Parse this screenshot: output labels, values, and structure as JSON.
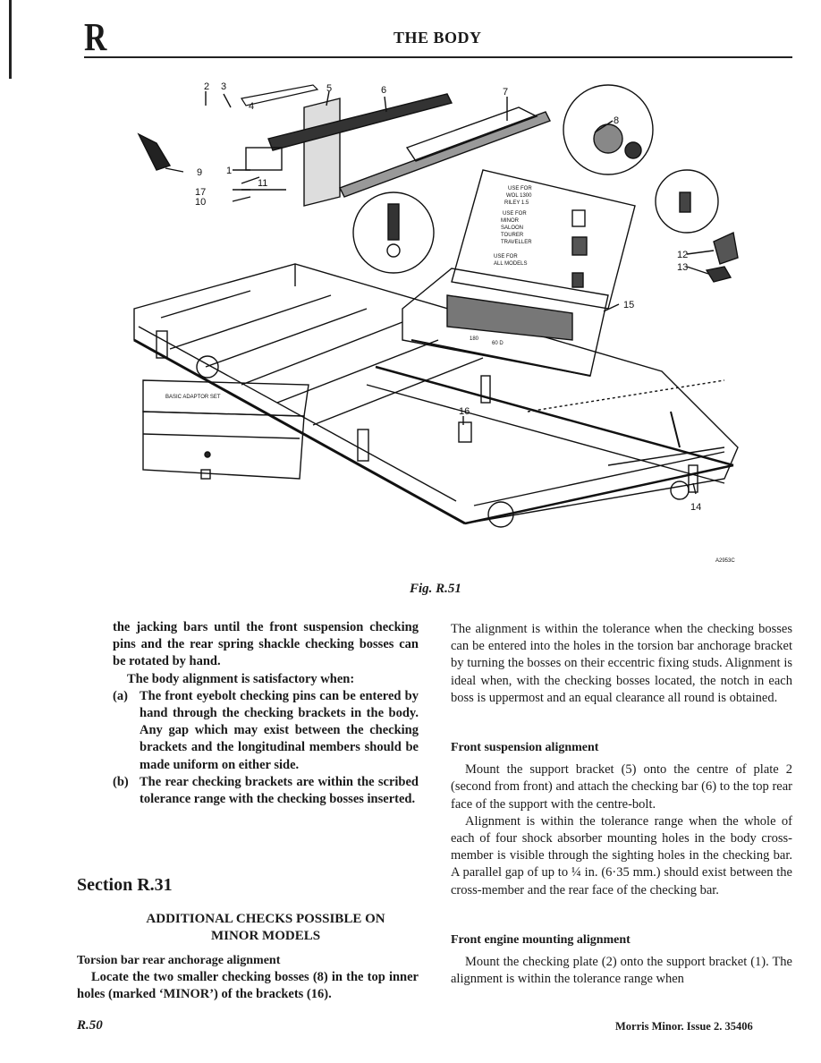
{
  "header": {
    "section_letter": "R",
    "title": "THE BODY"
  },
  "figure": {
    "caption": "Fig. R.51",
    "callouts": [
      "2",
      "3",
      "4",
      "5",
      "6",
      "7",
      "8",
      "9",
      "1",
      "17",
      "10",
      "11",
      "12",
      "13",
      "15",
      "16",
      "14"
    ],
    "case_lid_text": [
      "USE FOR",
      "WOL 1300",
      "RILEY 1.5",
      "USE FOR",
      "MINOR",
      "SALOON",
      "TOURER",
      "TRAVELLER",
      "USE FOR",
      "ALL MODELS"
    ],
    "box_label": "BASIC ADAPTOR SET",
    "bar_marks": [
      "180",
      "60 D"
    ],
    "ref_code": "A2953C"
  },
  "left_column": {
    "p1": "the jacking bars until the front suspension checking pins and the rear spring shackle checking bosses can be rotated by hand.",
    "p2": "The body alignment is satisfactory when:",
    "item_a_label": "(a)",
    "item_a_text": "The front eyebolt checking pins can be entered by hand through the checking brackets in the body. Any gap which may exist between the checking brackets and the longitudinal members should be made uniform on either side.",
    "item_b_label": "(b)",
    "item_b_text": "The rear checking brackets are within the scribed tolerance range with the checking bosses inserted.",
    "section_title": "Section R.31",
    "subsection_line1": "ADDITIONAL CHECKS POSSIBLE ON",
    "subsection_line2": "MINOR MODELS",
    "torsion_heading": "Torsion bar rear anchorage alignment",
    "torsion_text": "Locate the two smaller checking bosses (8) in the top inner holes (marked ‘MINOR’) of the brackets (16)."
  },
  "right_column": {
    "p1": "The alignment is within the tolerance when the checking bosses can be entered into the holes in the torsion bar anchorage bracket by turning the bosses on their eccentric fixing studs. Alignment is ideal when, with the checking bosses located, the notch in each boss is uppermost and an equal clearance all round is obtained.",
    "front_susp_heading": "Front suspension alignment",
    "front_susp_p1": "Mount the support bracket (5) onto the centre of plate 2 (second from front) and attach the checking bar (6) to the top rear face of the support with the centre-bolt.",
    "front_susp_p2": "Alignment is within the tolerance range when the whole of each of four shock absorber mounting holes in the body cross-member is visible through the sighting holes in the checking bar. A parallel gap of up to ¼ in. (6·35 mm.) should exist between the cross-member and the rear face of the checking bar.",
    "engine_heading": "Front engine mounting alignment",
    "engine_text": "Mount the checking plate (2) onto the support bracket (1). The alignment is within the tolerance range when"
  },
  "footer": {
    "page": "R.50",
    "book": "Morris Minor.",
    "issue": "Issue 2.",
    "number": "35406"
  }
}
